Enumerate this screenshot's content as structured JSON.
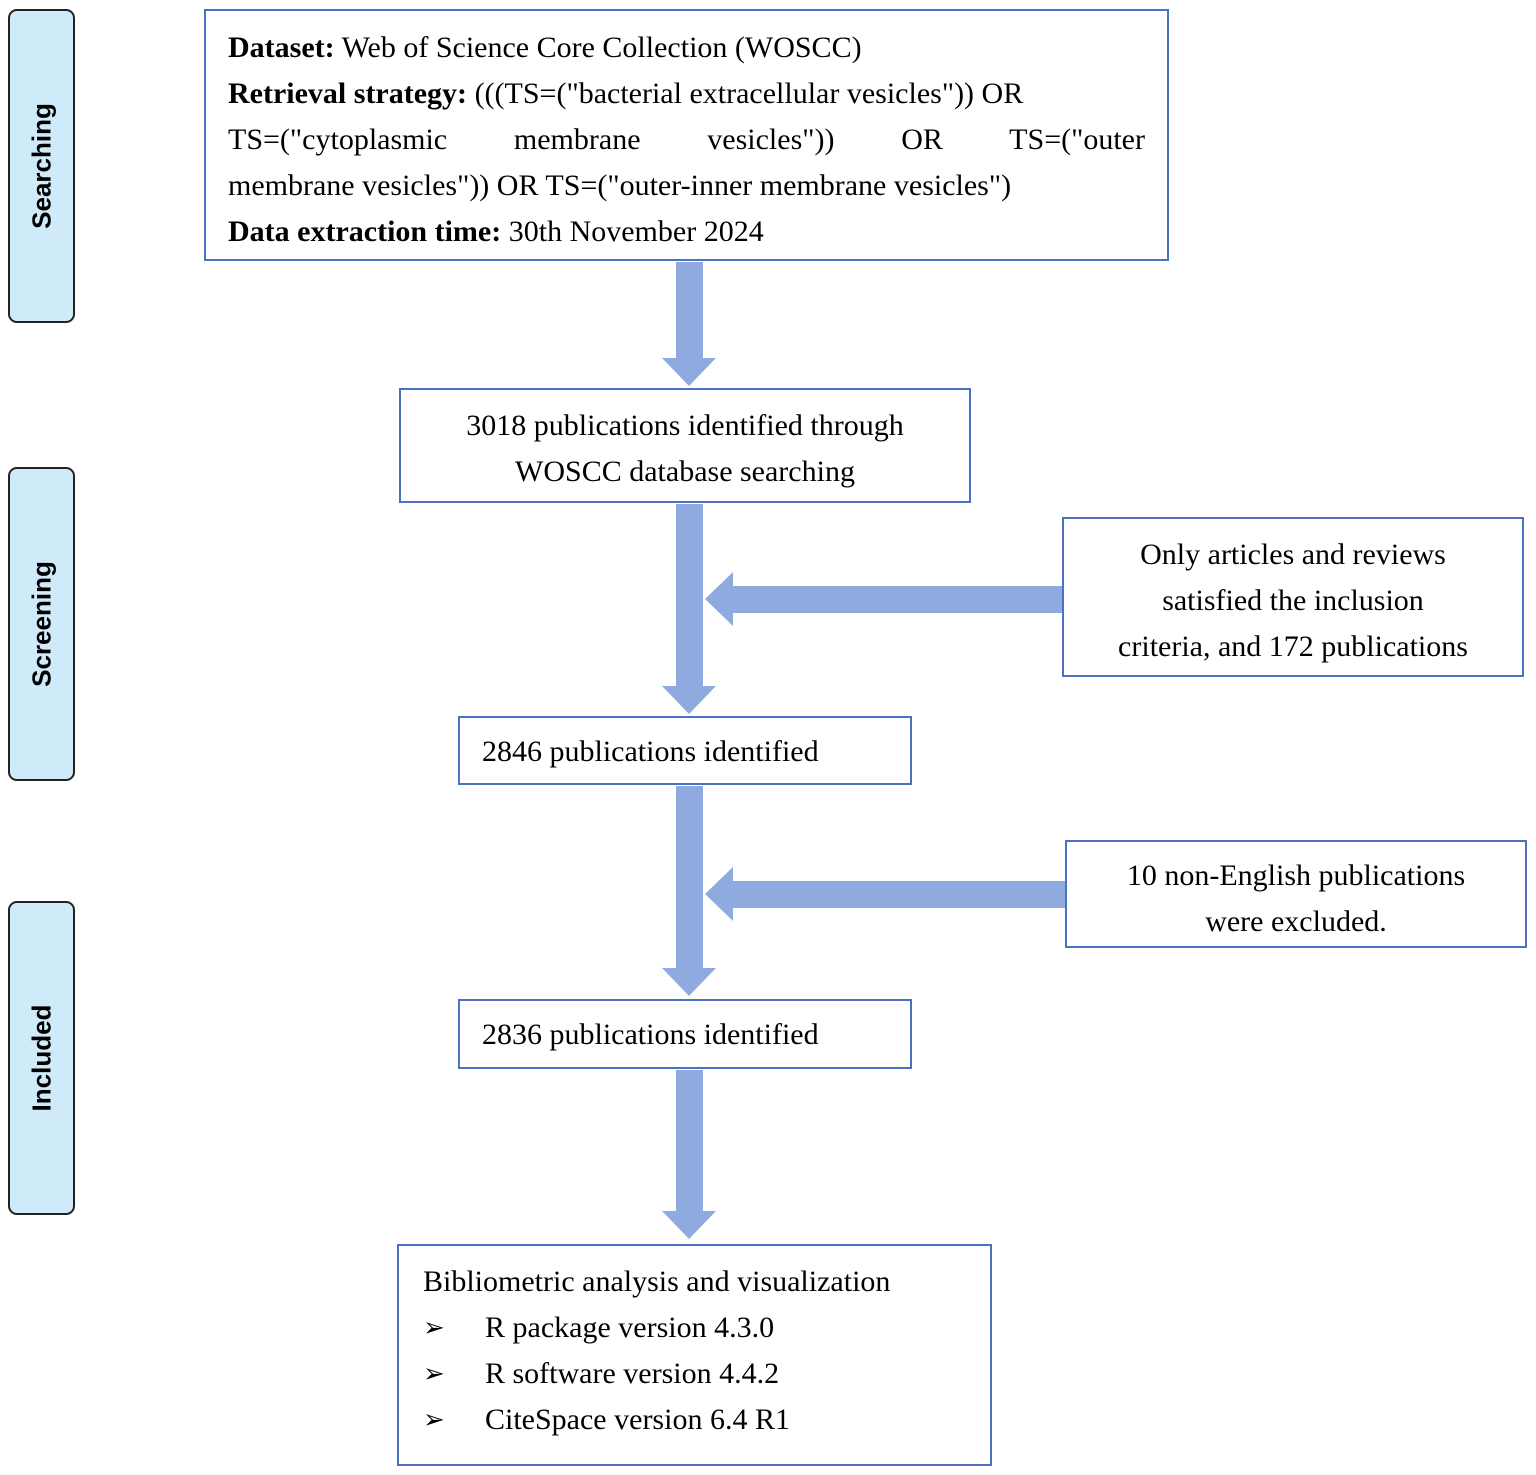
{
  "stages": [
    {
      "id": "searching",
      "label": "Searching"
    },
    {
      "id": "screening",
      "label": "Screening"
    },
    {
      "id": "included",
      "label": "Included"
    }
  ],
  "search_box": {
    "dataset_label": "Dataset:",
    "dataset_value": "Web of Science Core Collection (WOSCC)",
    "strategy_label": "Retrieval strategy:",
    "strategy_line1": "(((TS=(\"bacterial extracellular vesicles\")) OR",
    "strategy_line2": "TS=(\"cytoplasmic membrane vesicles\")) OR TS=(\"outer",
    "strategy_line3": "membrane vesicles\")) OR TS=(\"outer-inner membrane vesicles\")",
    "time_label": "Data extraction time:",
    "time_value": "30th November 2024"
  },
  "identified_box": {
    "line1": "3018 publications identified through",
    "line2": "WOSCC database searching"
  },
  "exclusion1_box": {
    "line1": "Only articles and reviews",
    "line2": "satisfied the inclusion",
    "line3": "criteria, and 172 publications"
  },
  "screened_box": {
    "text": "2846 publications identified"
  },
  "exclusion2_box": {
    "line1": "10 non-English publications",
    "line2": "were excluded."
  },
  "included_box": {
    "text": "2836 publications identified"
  },
  "analysis_box": {
    "title": "Bibliometric analysis and visualization",
    "bullet_mark": "➢",
    "items": [
      "R package version 4.3.0",
      "R software version 4.4.2",
      "CiteSpace version 6.4 R1"
    ]
  },
  "colors": {
    "arrow": "#8eaadf",
    "box_border": "#4a72c0",
    "stage_fill": "#cfeaf8"
  }
}
